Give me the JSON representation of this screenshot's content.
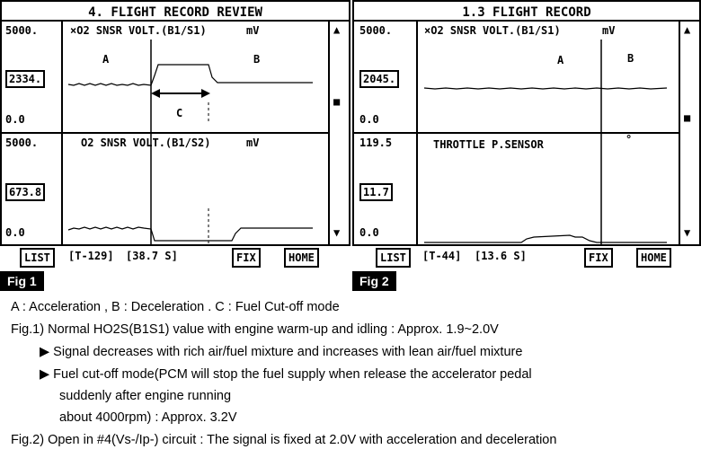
{
  "fig1": {
    "title": "4. FLIGHT RECORD REVIEW",
    "upper": {
      "max": "5000.",
      "value": "2334.",
      "min": "0.0",
      "label": "×O2 SNSR VOLT.(B1/S1)",
      "unit": "mV",
      "region_a": "A",
      "region_b": "B",
      "region_c": "C"
    },
    "lower": {
      "max": "5000.",
      "value": "673.8",
      "min": "0.0",
      "label": "O2 SNSR VOLT.(B1/S2)",
      "unit": "mV"
    },
    "footer": {
      "list": "LIST",
      "tcode": "[T-129]",
      "time": "[38.7 S]",
      "fix": "FIX",
      "home": "HOME"
    },
    "tag": "Fig 1"
  },
  "fig2": {
    "title": "1.3 FLIGHT RECORD",
    "upper": {
      "max": "5000.",
      "value": "2045.",
      "min": "0.0",
      "label": "×O2 SNSR VOLT.(B1/S1)",
      "unit": "mV",
      "region_a": "A",
      "region_b": "B"
    },
    "lower": {
      "max": "119.5",
      "value": "11.7",
      "min": "0.0",
      "label": "THROTTLE P.SENSOR",
      "mark": "°"
    },
    "footer": {
      "list": "LIST",
      "tcode": "[T-44]",
      "time": "[13.6 S]",
      "fix": "FIX",
      "home": "HOME"
    },
    "tag": "Fig 2"
  },
  "scroll": {
    "up": "▲",
    "mid": "■",
    "down": "▼"
  },
  "notes": {
    "line1": "A : Acceleration , B : Deceleration . C : Fuel Cut-off mode",
    "line2": "Fig.1) Normal HO2S(B1S1) value with engine warm-up and idling : Approx. 1.9~2.0V",
    "line3": "▶ Signal decreases with rich air/fuel mixture and increases with lean air/fuel mixture",
    "line4": "▶ Fuel cut-off mode(PCM will stop the fuel supply when release the accelerator pedal",
    "line5": "suddenly after engine running",
    "line6": "about 4000rpm) : Approx. 3.2V",
    "line7": "Fig.2) Open in #4(Vs-/Ip-) circuit : The signal is fixed at 2.0V with acceleration and deceleration"
  }
}
